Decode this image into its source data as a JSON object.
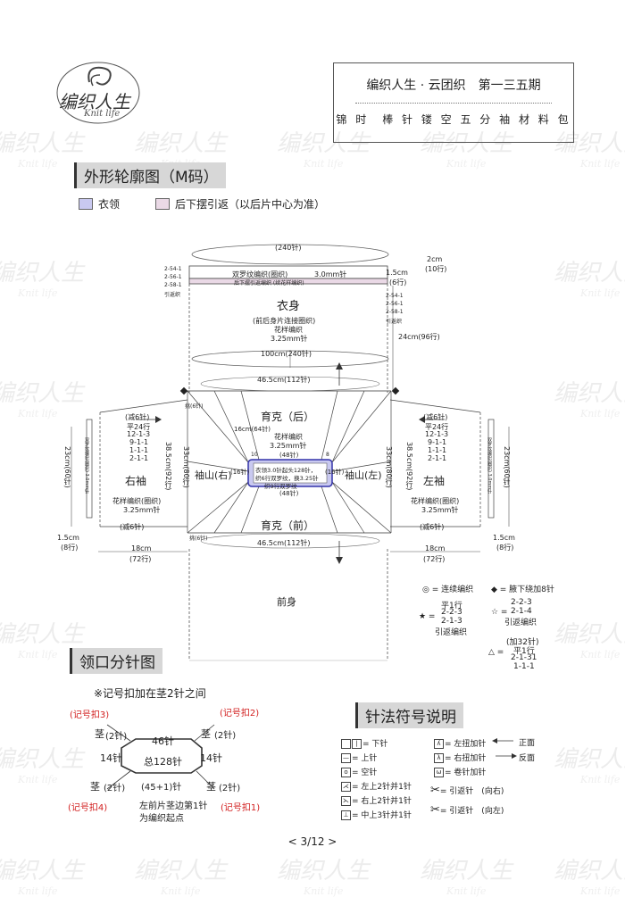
{
  "watermark": {
    "brand": "编织人生",
    "sub": "Knit life"
  },
  "logo": {
    "name": "编织人生",
    "sub": "Knit life"
  },
  "header": {
    "line1": "编织人生 · 云团织　第一三五期",
    "line2": "锦 时　棒 针 镂 空 五 分 袖 材 料 包"
  },
  "section1": {
    "title": "外形轮廓图（M码）"
  },
  "legend": [
    {
      "label": "衣领",
      "color": "#c9c9f0"
    },
    {
      "label": "后下摆引返（以后片中心为准）",
      "color": "#ead9e6"
    }
  ],
  "body": {
    "top_count": "(240针)",
    "rib_label": "双罗纹编织(圈织)",
    "rib_needle": "3.0mm针",
    "hem_label": "后下摆引返编织 (续花样编织)",
    "left_rows": [
      "2-54-1",
      "2-56-1",
      "2-58-1",
      "引返织"
    ],
    "right_rows": [
      "2-54-1",
      "2-56-1",
      "2-58-1",
      "引返织"
    ],
    "rib_height": "2cm",
    "rib_rows": "(10行)",
    "hem_height": "1.5cm",
    "hem_rows": "(6行)",
    "title": "衣身",
    "desc1": "(前后身片连接圈织)",
    "desc2": "花样编织",
    "desc3": "3.25mm针",
    "height": "24cm(96行)",
    "width": "100cm(240针)"
  },
  "yoke": {
    "width_top": "46.5cm(112针)",
    "width_bottom": "46.5cm(112针)",
    "back": "育克（后）",
    "front": "育克（前）",
    "neck_width": "16cm(64针)",
    "pattern": "花样编织",
    "needle": "3.25mm针",
    "back_neck": "(48针)",
    "front_neck": "(48针)",
    "side_left": "(16针)",
    "side_right": "(16针)",
    "collar1": "衣领3.0针起头128针，",
    "collar2": "织6行双罗纹，换3.25针",
    "collar3": "织9行双罗纹",
    "left_cap": "袖山(右)",
    "right_cap": "袖山(左)",
    "cap_height_l": "38.5cm(92行)",
    "cap_height_r": "38.5cm(92行)",
    "raglan_l": "33cm(80行)",
    "raglan_r": "33cm(80行)",
    "dec_top": "挑(6针)",
    "dec_bottom": "挑(6针)",
    "n10": "10",
    "n8": "8"
  },
  "left_sleeve": {
    "title": "右袖",
    "dec": "(减6针)",
    "rows": [
      "平24行",
      "12-1-3",
      "9-1-1",
      "1-1-1",
      "2-1-1"
    ],
    "pattern": "花样编织(圈织)",
    "needle": "3.25mm针",
    "dec2": "(减6针)",
    "length": "23cm(60针)",
    "cuff": "1.5cm",
    "cuff_rows": "(8行)",
    "width": "18cm",
    "width_rows": "(72行)",
    "rib_note": "双罗纹编织(圈织)  3.0mm针"
  },
  "right_sleeve": {
    "title": "左袖",
    "dec": "(减6针)",
    "rows": [
      "平24行",
      "12-1-3",
      "9-1-1",
      "1-1-1",
      "2-1-1"
    ],
    "pattern": "花样编织(圈织)",
    "needle": "3.25mm针",
    "dec2": "(减6针)",
    "length": "23cm(60针)",
    "cuff": "1.5cm",
    "cuff_rows": "(8行)",
    "width": "18cm",
    "width_rows": "(72行)",
    "rib_note": "双罗纹编织(圈织)  3.0mm针"
  },
  "front_body": {
    "title": "前身"
  },
  "notes": {
    "cont": "◎ = 连续编织",
    "armpit": "◆ = 腋下绕加8针",
    "star_rows": [
      "平1行",
      "2-2-3",
      "2-1-3",
      "引返编织"
    ],
    "star_label": "★ =",
    "hollow_rows": [
      "2-2-3",
      "2-1-4",
      "引返编织"
    ],
    "hollow_label": "☆ =",
    "tri_rows": [
      "(加32针)",
      "平1行",
      "2-1-31",
      "1-1-1"
    ],
    "tri_label": "△ ="
  },
  "section2": {
    "title": "领口分针图"
  },
  "neck": {
    "note": "※记号扣加在茎2针之间",
    "marker3": "(记号扣3)",
    "marker2": "(记号扣2)",
    "marker4": "(记号扣4)",
    "marker1": "(记号扣1)",
    "stem": "茎",
    "stem_count": "(2针)",
    "top": "46针",
    "left": "14针",
    "right": "14针",
    "total": "总128针",
    "bottom": "(45+1)针",
    "start1": "左前片茎边第1针",
    "start2": "为编织起点"
  },
  "section3": {
    "title": "针法符号说明"
  },
  "symbols": {
    "left": [
      "= 下针",
      "= 上针",
      "= 空针",
      "= 左上2针并1针",
      "= 右上2针并1针",
      "= 中上3针并1针"
    ],
    "right": [
      "= 左扭加针",
      "= 右扭加针",
      "= 卷针加针",
      "= 引返针　(向右)",
      "= 引返针　(向左)"
    ],
    "front": "正面",
    "back": "反面"
  },
  "page": "< 3/12 >"
}
